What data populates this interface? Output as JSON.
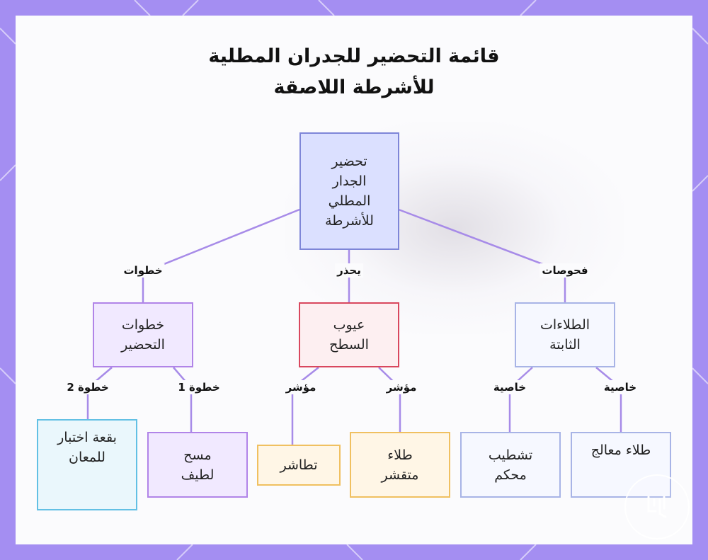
{
  "title": {
    "line1": "قائمة التحضير للجدران المطلية",
    "line2": "للأشرطة اللاصقة"
  },
  "root": {
    "lines": [
      "تحضير",
      "الجدار",
      "المطلي",
      "للأشرطة"
    ]
  },
  "branches": {
    "steps": {
      "edge_label": "خطوات",
      "lines": [
        "خطوات",
        "التحضير"
      ],
      "children": [
        {
          "edge_label": "خطوة 1",
          "lines": [
            "مسح",
            "لطيف"
          ]
        },
        {
          "edge_label": "خطوة 2",
          "lines": [
            "بقعة اختبار",
            "للمعان"
          ]
        }
      ]
    },
    "defects": {
      "edge_label": "يحذر",
      "lines": [
        "عيوب",
        "السطح"
      ],
      "children": [
        {
          "edge_label": "مؤشر",
          "lines": [
            "طلاء",
            "متقشر"
          ]
        },
        {
          "edge_label": "مؤشر",
          "lines": [
            "تطاشر"
          ]
        }
      ]
    },
    "coatings": {
      "edge_label": "فحوصات",
      "lines": [
        "الطلاءات",
        "الثابتة"
      ],
      "children": [
        {
          "edge_label": "خاصية",
          "lines": [
            "طلاء معالج"
          ]
        },
        {
          "edge_label": "خاصية",
          "lines": [
            "تشطيب",
            "محكم"
          ]
        }
      ]
    }
  },
  "colors": {
    "frame": "#a48ef2",
    "connector": "#a78be8",
    "root_fill": "#dbe0ff",
    "root_border": "#7e86d8",
    "purple_fill": "#f1e9ff",
    "purple_border": "#b184e8",
    "red_fill": "#fdeff1",
    "red_border": "#d9475e",
    "blue_fill": "#f6f8ff",
    "blue_border": "#a8b4e6",
    "orange_fill": "#fff6e6",
    "orange_border": "#f0c060",
    "cyan_fill": "#eaf7fc",
    "cyan_border": "#62c0e4"
  },
  "icons": {
    "watermark": "logo-watermark-icon"
  }
}
